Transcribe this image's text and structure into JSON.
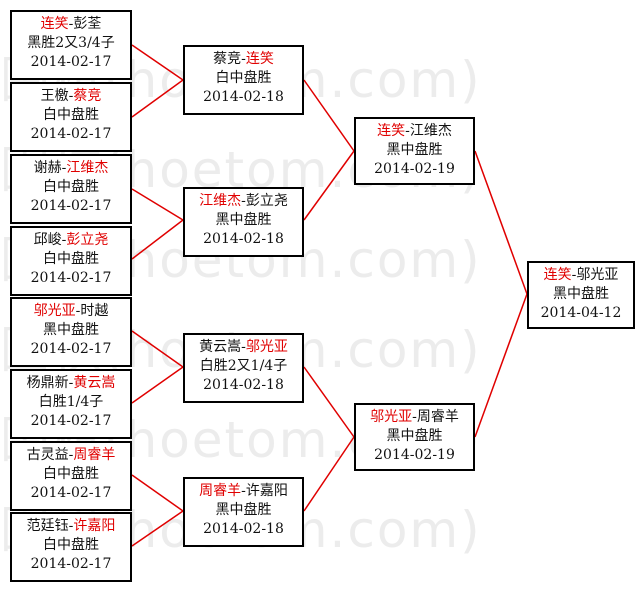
{
  "watermark": "hoetom.com",
  "matches": [
    {
      "p1": "连笑",
      "p2": "彭荃",
      "winner": 1,
      "result": "黑胜2又3/4子",
      "date": "2014-02-17"
    },
    {
      "p1": "王檄",
      "p2": "蔡竞",
      "winner": 2,
      "result": "白中盘胜",
      "date": "2014-02-17"
    },
    {
      "p1": "谢赫",
      "p2": "江维杰",
      "winner": 2,
      "result": "白中盘胜",
      "date": "2014-02-17"
    },
    {
      "p1": "邱峻",
      "p2": "彭立尧",
      "winner": 2,
      "result": "白中盘胜",
      "date": "2014-02-17"
    },
    {
      "p1": "邬光亚",
      "p2": "时越",
      "winner": 1,
      "result": "黑中盘胜",
      "date": "2014-02-17"
    },
    {
      "p1": "杨鼎新",
      "p2": "黄云嵩",
      "winner": 2,
      "result": "白胜1/4子",
      "date": "2014-02-17"
    },
    {
      "p1": "古灵益",
      "p2": "周睿羊",
      "winner": 2,
      "result": "白中盘胜",
      "date": "2014-02-17"
    },
    {
      "p1": "范廷钰",
      "p2": "许嘉阳",
      "winner": 2,
      "result": "白中盘胜",
      "date": "2014-02-17"
    },
    {
      "p1": "蔡竞",
      "p2": "连笑",
      "winner": 2,
      "result": "白中盘胜",
      "date": "2014-02-18"
    },
    {
      "p1": "江维杰",
      "p2": "彭立尧",
      "winner": 1,
      "result": "黑中盘胜",
      "date": "2014-02-18"
    },
    {
      "p1": "黄云嵩",
      "p2": "邬光亚",
      "winner": 2,
      "result": "白胜2又1/4子",
      "date": "2014-02-18"
    },
    {
      "p1": "周睿羊",
      "p2": "许嘉阳",
      "winner": 1,
      "result": "黑中盘胜",
      "date": "2014-02-18"
    },
    {
      "p1": "连笑",
      "p2": "江维杰",
      "winner": 1,
      "result": "黑中盘胜",
      "date": "2014-02-19"
    },
    {
      "p1": "邬光亚",
      "p2": "周睿羊",
      "winner": 1,
      "result": "黑中盘胜",
      "date": "2014-02-19"
    },
    {
      "p1": "连笑",
      "p2": "邬光亚",
      "winner": 1,
      "result": "黑中盘胜",
      "date": "2014-04-12"
    }
  ]
}
